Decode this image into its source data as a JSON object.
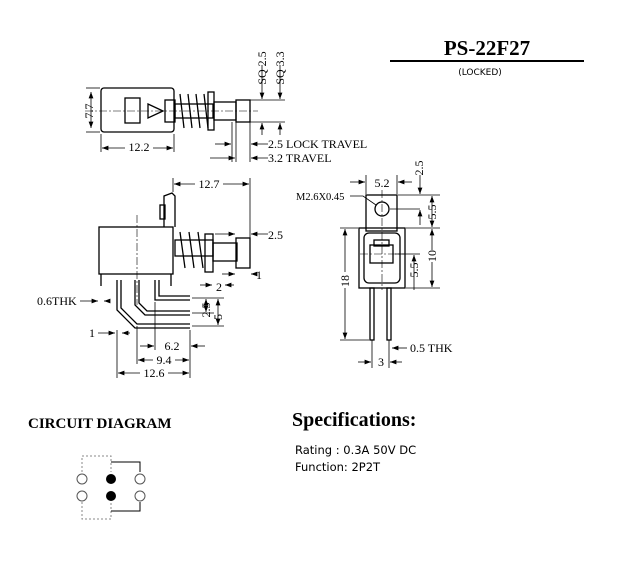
{
  "header": {
    "model": "PS-22F27",
    "variant": "(LOCKED)"
  },
  "top_view": {
    "height": "7.7",
    "length": "12.2",
    "sq_small": "SQ 2.5",
    "sq_large": "SQ 3.3",
    "lock_travel": "2.5 LOCK TRAVEL",
    "travel": "3.2 TRAVEL"
  },
  "side_view": {
    "overall": "12.7",
    "shaft": "2.5",
    "tip": "1",
    "step": "2",
    "thk": "0.6THK",
    "offset": "1",
    "pitch1": "2.5",
    "pitch2": "5",
    "w1": "6.2",
    "w2": "9.4",
    "w3": "12.6"
  },
  "front_view": {
    "width": "5.2",
    "thread": "M2.6X0.45",
    "top": "2.5",
    "hole": "5.5",
    "body": "10",
    "lower": "5.5",
    "height": "18",
    "thk": "0.5 THK",
    "pitch": "3"
  },
  "circuit": {
    "title": "CIRCUIT DIAGRAM"
  },
  "specs": {
    "title": "Specifications:",
    "rating": "Rating : 0.3A 50V DC",
    "function": "Function: 2P2T"
  }
}
